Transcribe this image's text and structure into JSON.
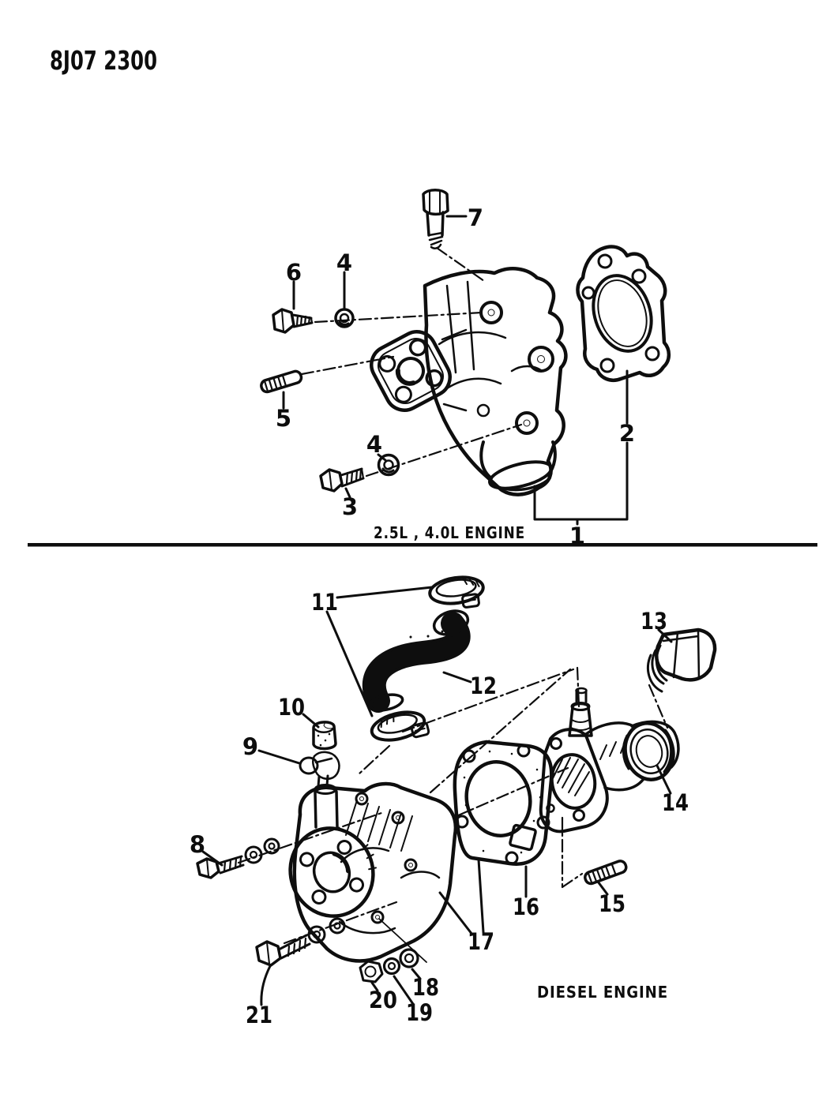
{
  "doc": {
    "code": "8J07 2300",
    "sections": [
      {
        "caption": "2.5L , 4.0L ENGINE",
        "callouts": [
          {
            "label": "7"
          },
          {
            "label": "6"
          },
          {
            "label": "4"
          },
          {
            "label": "5"
          },
          {
            "label": "4"
          },
          {
            "label": "3"
          },
          {
            "label": "2"
          },
          {
            "label": "1"
          }
        ]
      },
      {
        "caption": "DIESEL ENGINE",
        "callouts": [
          {
            "label": "8"
          },
          {
            "label": "9"
          },
          {
            "label": "10"
          },
          {
            "label": "11"
          },
          {
            "label": "12"
          },
          {
            "label": "13"
          },
          {
            "label": "14"
          },
          {
            "label": "15"
          },
          {
            "label": "16"
          },
          {
            "label": "17"
          },
          {
            "label": "18"
          },
          {
            "label": "19"
          },
          {
            "label": "20"
          },
          {
            "label": "21"
          }
        ]
      }
    ]
  }
}
